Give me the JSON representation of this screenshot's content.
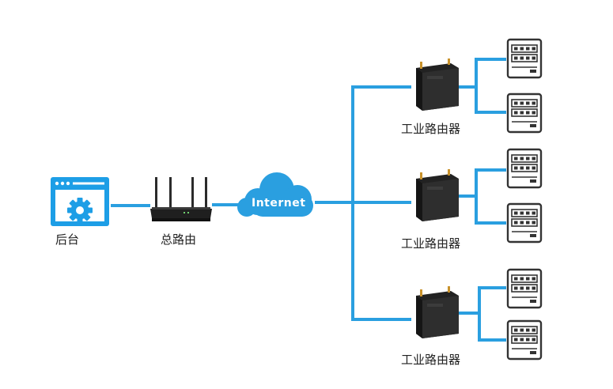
{
  "colors": {
    "link": "#2a9fe0",
    "cloud": "#2a9fe0",
    "backend_icon": "#1d9ee6",
    "device_dark": "#1f1f1f",
    "server_stroke": "#333333"
  },
  "nodes": {
    "backend": {
      "label": "后台",
      "icon": "settings-window-icon"
    },
    "main_router": {
      "label": "总路由",
      "icon": "wifi-router-icon"
    },
    "internet": {
      "label": "Internet",
      "icon": "cloud-icon"
    },
    "industrial_routers": [
      {
        "label": "工业路由器",
        "icon": "industrial-router-icon"
      },
      {
        "label": "工业路由器",
        "icon": "industrial-router-icon"
      },
      {
        "label": "工业路由器",
        "icon": "industrial-router-icon"
      }
    ],
    "servers": [
      {
        "icon": "server-icon"
      },
      {
        "icon": "server-icon"
      },
      {
        "icon": "server-icon"
      },
      {
        "icon": "server-icon"
      },
      {
        "icon": "server-icon"
      },
      {
        "icon": "server-icon"
      }
    ]
  }
}
